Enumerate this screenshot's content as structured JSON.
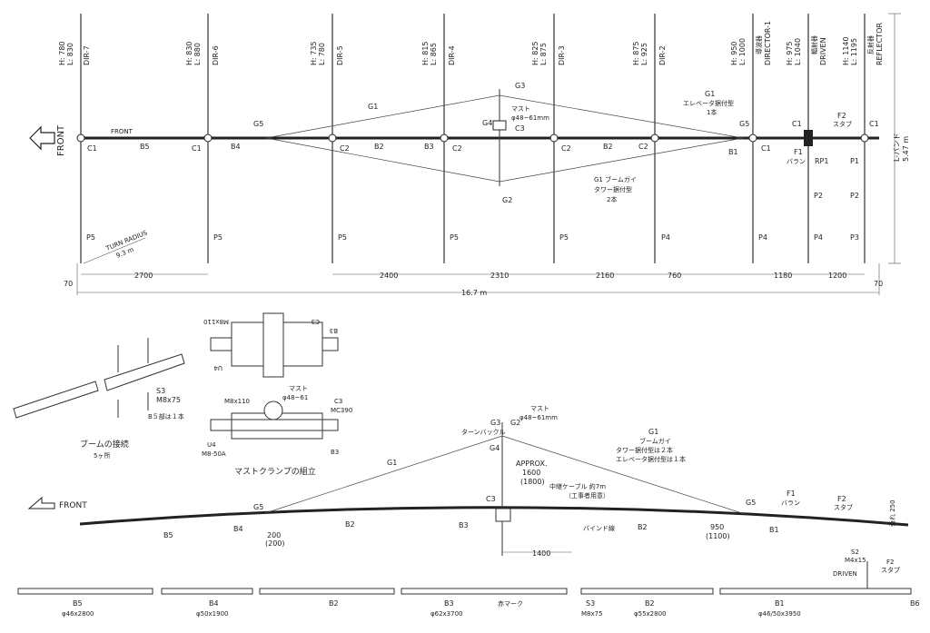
{
  "top_view": {
    "front_label": "FRONT",
    "boom_front_label": "FRONT",
    "elements": [
      {
        "id": "DIR-7",
        "h": "H: 780",
        "l": "L: 830"
      },
      {
        "id": "DIR-6",
        "h": "H: 830",
        "l": "L: 880"
      },
      {
        "id": "DIR-5",
        "h": "H: 735",
        "l": "L: 780"
      },
      {
        "id": "DIR-4",
        "h": "H: 815",
        "l": "L: 865"
      },
      {
        "id": "DIR-3",
        "h": "H: 825",
        "l": "L: 875"
      },
      {
        "id": "DIR-2",
        "h": "H: 875",
        "l": "L: 925"
      },
      {
        "id": "DIRECTOR-1",
        "jp": "導波器",
        "h": "H: 950",
        "l": "L: 1000"
      },
      {
        "id": "DRIVEN",
        "jp": "輻射器",
        "h": "H: 975",
        "l": "L: 1040"
      },
      {
        "id": "REFLECTOR",
        "jp": "反射器",
        "h": "H: 1140",
        "l": "L: 1195"
      }
    ],
    "band_label": "L-バンド",
    "band_length": "5.47 m",
    "parts": {
      "c1": "C1",
      "c2": "C2",
      "b1": "B1",
      "b2": "B2",
      "b3": "B3",
      "b4": "B4",
      "b5": "B5",
      "p1": "P1",
      "p2": "P2",
      "p3": "P3",
      "p4": "P4",
      "p5": "P5",
      "g1": "G1",
      "g2": "G2",
      "g3": "G3",
      "g4": "G4",
      "g5": "G5",
      "c3": "C3",
      "f1": "F1",
      "f2": "F2",
      "rp1": "RP1"
    },
    "notes": {
      "mast": "マスト",
      "mast_dia": "φ48~61mm",
      "g1_elev_1": "エレベータ据付型",
      "g1_elev_2": "1本",
      "g1_guy_1": "G1 ブームガイ",
      "g1_guy_2": "タワー据付型",
      "g1_guy_3": "2本",
      "balun": "バラン",
      "stub": "スタブ",
      "turn_radius_1": "TURN RADIUS",
      "turn_radius_2": "9.3 m"
    },
    "dims": [
      "70",
      "2700",
      "2400",
      "2310",
      "2160",
      "760",
      "1180",
      "1200",
      "70"
    ],
    "total_length": "16.7 m"
  },
  "boom_joint": {
    "title": "ブームの接続",
    "subtitle": "5ヶ所",
    "s3": "S3",
    "s3_size": "M8x75",
    "b5_note": "B５部は１本"
  },
  "mast_clamp": {
    "title": "マストクランプの組立",
    "m8x110_top": "M8x110",
    "c3_top": "C3",
    "b3_top": "B3",
    "u4_top": "U4",
    "mast": "マスト",
    "mast_dia": "φ48~61",
    "m8x110": "M8x110",
    "c3": "C3",
    "mc390": "MC390",
    "u4": "U4",
    "m8_50a": "M8-50A",
    "b3": "B3"
  },
  "side_view": {
    "front_label": "FRONT",
    "g3": "G3",
    "turnbuckle": "ターンバックル",
    "g2": "G2",
    "g4": "G4",
    "mast": "マスト",
    "mast_dia": "φ48~61mm",
    "g1": "G1",
    "g1_guy": "ブームガイ",
    "g1_tower": "タワー据付型は２本",
    "g1_elev": "エレベータ据付型は１本",
    "approx": "APPROX.",
    "approx_1600": "1600",
    "approx_1800": "(1800)",
    "relay_cable": "中継ケーブル 約7m",
    "relay_note": "（工事者用意）",
    "bind_wire": "バインド線",
    "f1": "F1",
    "balun": "バラン",
    "f2": "F2",
    "stub": "スタブ",
    "sag": "垂れ 250",
    "g5_left": "G5",
    "g5_right": "G5",
    "c3": "C3",
    "b5": "B5",
    "b4": "B4",
    "b2a": "B2",
    "b3": "B3",
    "b2b": "B2",
    "b1": "B1",
    "dim_200": "200",
    "dim_200b": "(200)",
    "dim_1400": "1400",
    "dim_950": "950",
    "dim_1100": "(1100)"
  },
  "parts_row": [
    {
      "name": "B5",
      "size": "φ46x2800"
    },
    {
      "name": "B4",
      "size": "φ50x1900"
    },
    {
      "name": "B2",
      "size": ""
    },
    {
      "name": "B3",
      "size": "φ62x3700"
    },
    {
      "name": "赤マーク",
      "size": ""
    },
    {
      "name": "S3",
      "size": "M8x75"
    },
    {
      "name": "B2",
      "size": "φ55x2800"
    },
    {
      "name": "B1",
      "size": "φ46/50x3950"
    },
    {
      "name": "B6",
      "size": ""
    }
  ],
  "driven_detail": {
    "s2": "S2",
    "s2_size": "M4x15",
    "driven": "DRIVEN",
    "f2": "F2",
    "stub": "スタブ"
  }
}
